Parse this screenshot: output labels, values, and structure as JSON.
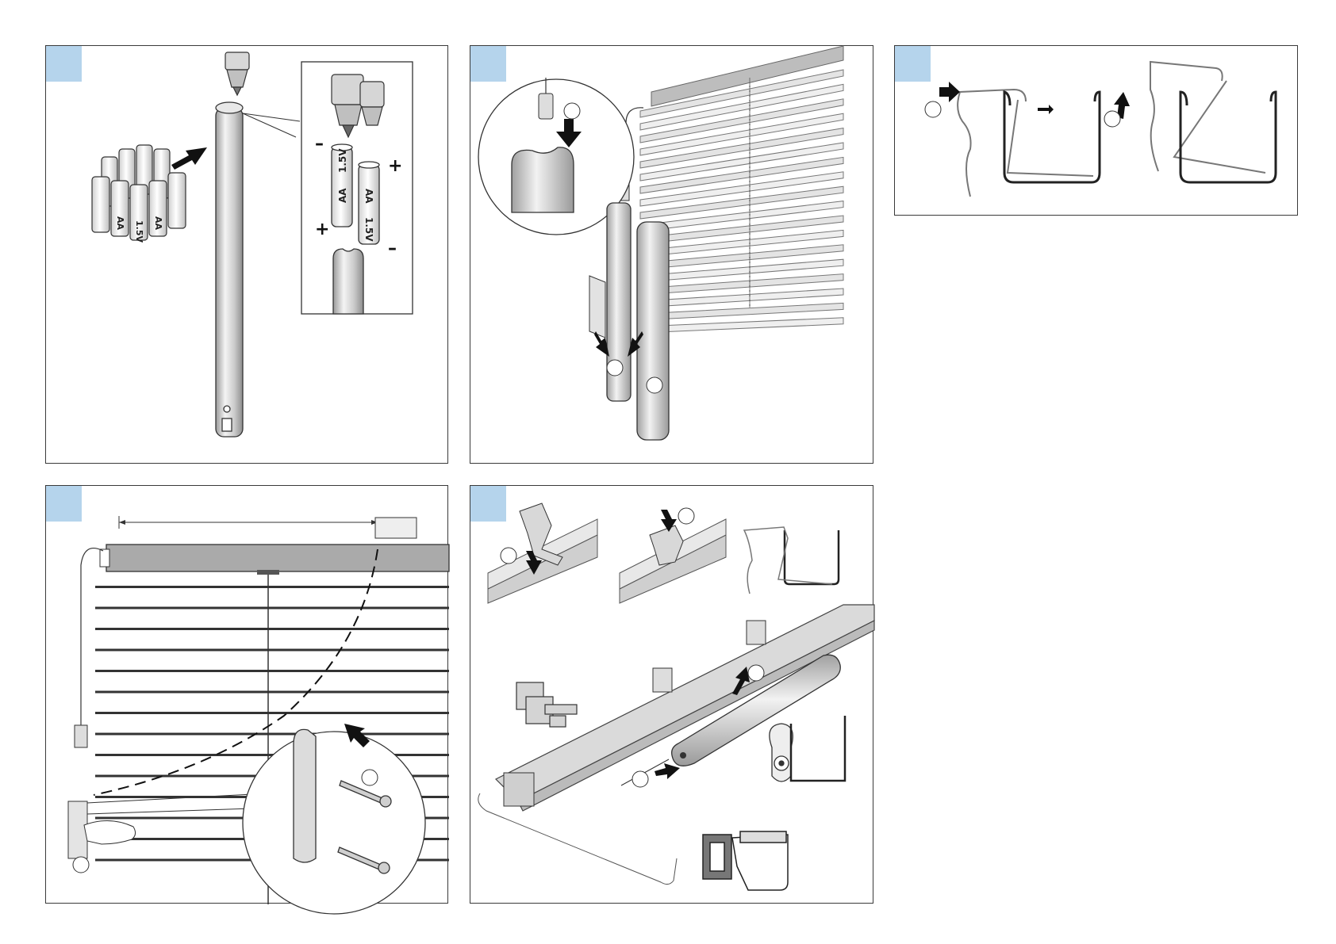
{
  "panels": [
    {
      "id": "panel-1",
      "step": ""
    },
    {
      "id": "panel-2",
      "step": ""
    },
    {
      "id": "panel-3",
      "step": ""
    },
    {
      "id": "panel-4",
      "step": ""
    },
    {
      "id": "panel-5",
      "step": ""
    }
  ],
  "battery": {
    "type_label": "AA",
    "voltage_label": "1.5V",
    "plus_label": "+",
    "minus_label": "–"
  },
  "colors": {
    "step_badge": "#b5d4ec",
    "panel_border": "#3a3a3a",
    "metal_light": "#e6e6e6",
    "metal_mid": "#c4c4c4",
    "metal_dark": "#8a8a8a",
    "headrail": "#aaaaaa",
    "outline": "#222222"
  },
  "icons": [
    "arrow-icon",
    "battery-icon",
    "screw-icon",
    "bracket-icon",
    "hand-icon",
    "callout-circle-icon"
  ]
}
